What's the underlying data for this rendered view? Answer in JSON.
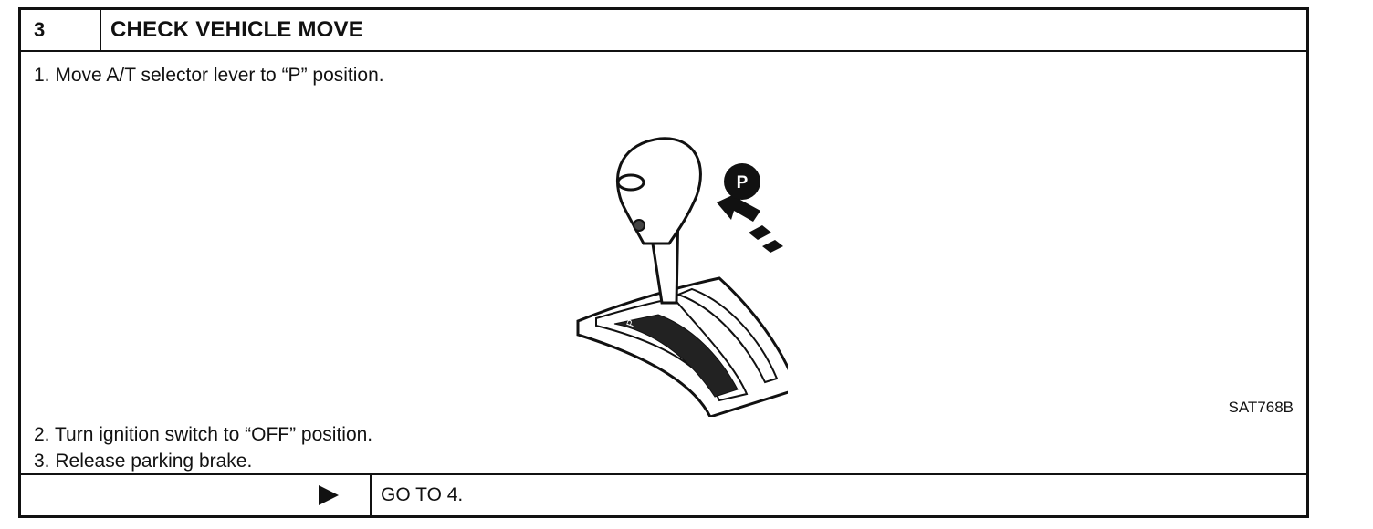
{
  "step": {
    "number": "3",
    "title": "CHECK VEHICLE MOVE"
  },
  "instructions": [
    "1.  Move A/T selector lever to “P” position.",
    "2.  Turn ignition switch to “OFF” position.",
    "3.  Release parking brake."
  ],
  "figure": {
    "position_label": "P",
    "gate_label": "P",
    "id": "SAT768B"
  },
  "result": {
    "action": "GO TO 4."
  },
  "icons": {
    "result_arrow": "right-arrow-icon",
    "push_arrow": "push-arrow-icon"
  }
}
